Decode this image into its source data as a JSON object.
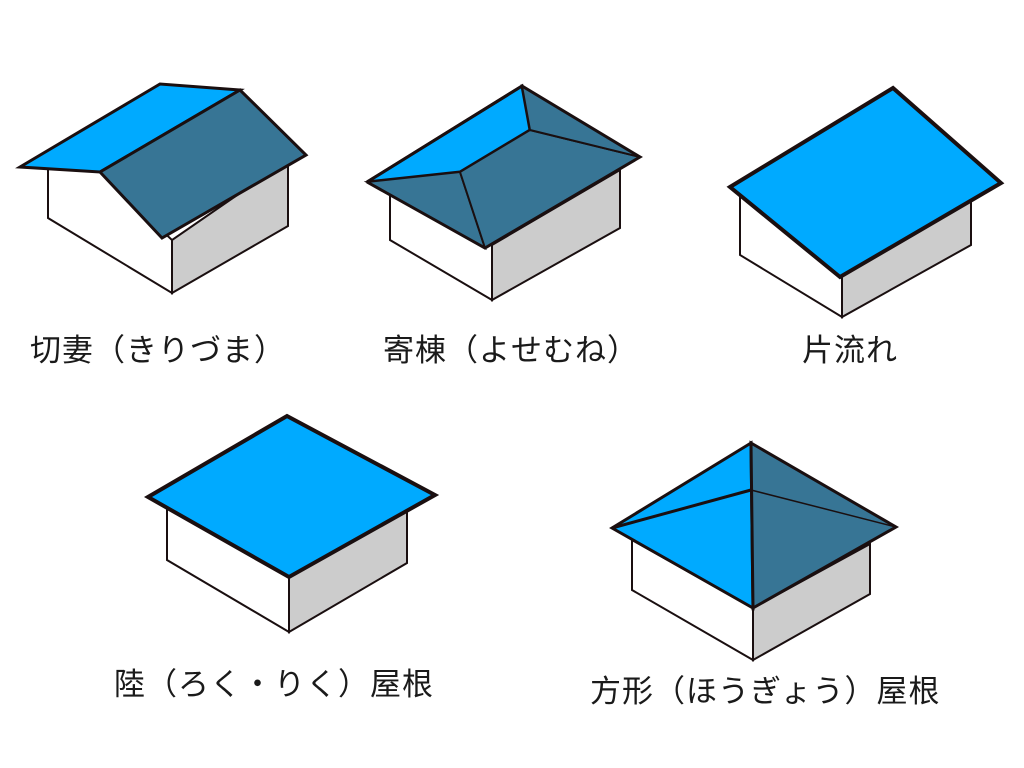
{
  "diagram": {
    "colors": {
      "roof_light": "#00aaff",
      "roof_dark": "#377595",
      "wall_front": "#ffffff",
      "wall_side": "#cccccc",
      "outline": "#1a0f10"
    },
    "roofs": [
      {
        "id": "kirizuma",
        "label": "切妻（きりづま）"
      },
      {
        "id": "yosemune",
        "label": "寄棟（よせむね）"
      },
      {
        "id": "katanagare",
        "label": "片流れ"
      },
      {
        "id": "riku",
        "label": "陸（ろく・りく）屋根"
      },
      {
        "id": "hougyou",
        "label": "方形（ほうぎょう）屋根"
      }
    ]
  }
}
